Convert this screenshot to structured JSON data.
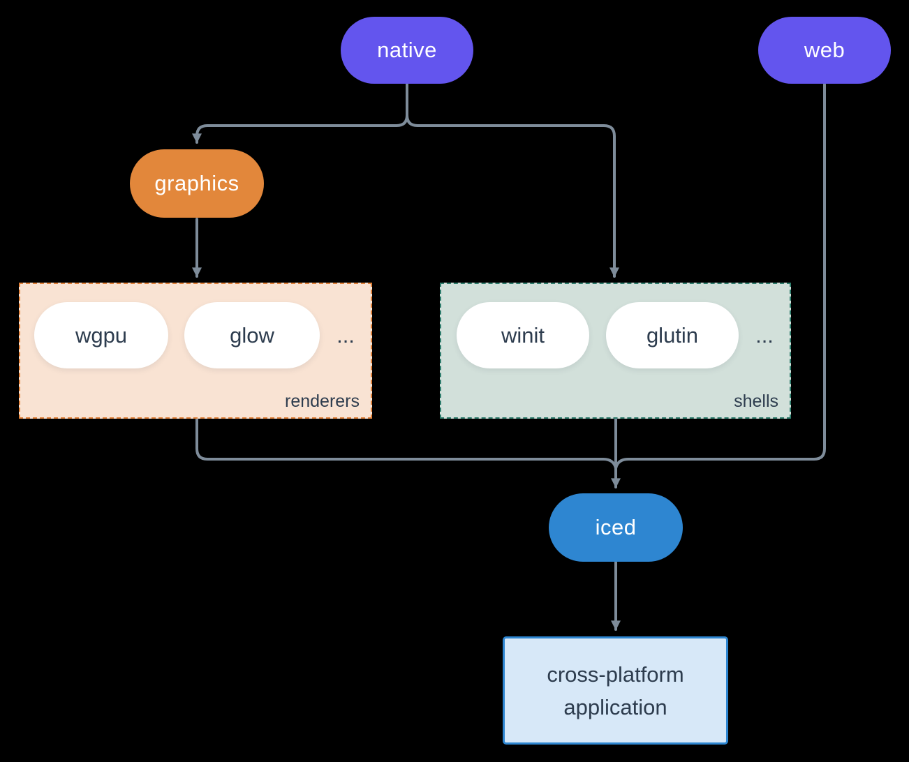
{
  "diagram": {
    "nodes": {
      "native": {
        "label": "native",
        "color": "#6355ee"
      },
      "web": {
        "label": "web",
        "color": "#6355ee"
      },
      "graphics": {
        "label": "graphics",
        "color": "#e2873b"
      },
      "iced": {
        "label": "iced",
        "color": "#2e86d1"
      },
      "application": {
        "lines": [
          "cross-platform",
          "application"
        ],
        "fill": "#d7e8f8",
        "border": "#2e86d1"
      }
    },
    "groups": {
      "renderers": {
        "label": "renderers",
        "items": [
          "wgpu",
          "glow"
        ],
        "more": "...",
        "fill": "#f9e3d3",
        "border": "#e0813a"
      },
      "shells": {
        "label": "shells",
        "items": [
          "winit",
          "glutin"
        ],
        "more": "...",
        "fill": "#d2e0da",
        "border": "#2f7d6d"
      }
    },
    "edges": [
      {
        "from": "native",
        "to": "graphics",
        "arrow": true
      },
      {
        "from": "native",
        "to": "shells",
        "arrow": true
      },
      {
        "from": "graphics",
        "to": "renderers",
        "arrow": true
      },
      {
        "from": "renderers",
        "to": "iced",
        "arrow": false
      },
      {
        "from": "web",
        "to": "iced",
        "arrow": false
      },
      {
        "from": "shells",
        "to": "iced",
        "arrow": true
      },
      {
        "from": "iced",
        "to": "application",
        "arrow": true
      }
    ],
    "colors": {
      "background": "#000000",
      "line": "#7e8c9a",
      "text_dark": "#2d3c4e",
      "text_light": "#ffffff"
    }
  }
}
